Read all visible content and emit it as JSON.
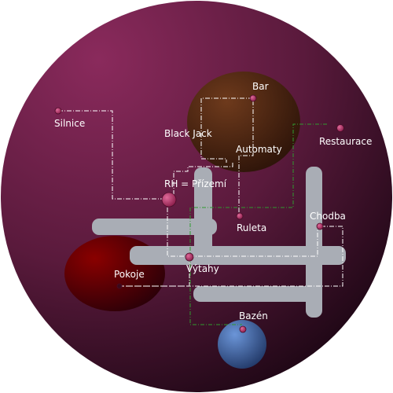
{
  "labels": {
    "bar": "Bar",
    "black_jack": "Black Jack",
    "automaty": "Automaty",
    "silnice": "Silnice",
    "restaurace": "Restaurace",
    "rh": "RH = Přízemí",
    "ruleta": "Ruleta",
    "chodba": "Chodba",
    "pokoje": "Pokoje",
    "vytahy": "Výtahy",
    "bazen": "Bazén"
  },
  "colors": {
    "background_light": "#8a2a5c",
    "background_dark": "#1e0715",
    "bar_zone": "#5a3018",
    "rooms_zone": "#7a0000",
    "pool_zone": "#4f78b8",
    "corridor": "#a9adb5",
    "node": "#c8467c",
    "link_white": "#ffffff",
    "link_green": "#2f9a2f",
    "text": "#ffffff"
  }
}
